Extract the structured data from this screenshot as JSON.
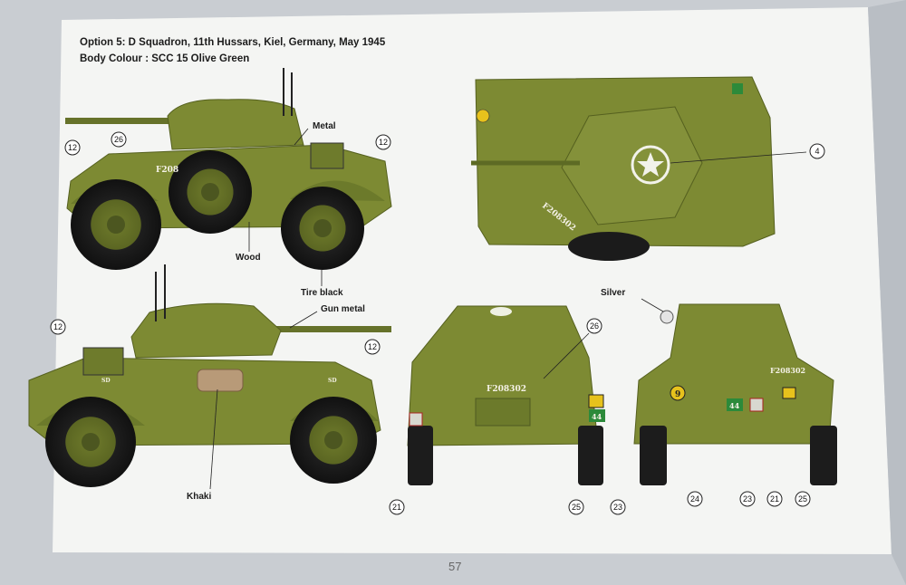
{
  "header": {
    "title": "Option 5: D Squadron, 11th Hussars, Kiel, Germany, May 1945",
    "body_colour": "Body Colour : SCC 15 Olive Green"
  },
  "labels": {
    "metal": "Metal",
    "wood": "Wood",
    "tire_black": "Tire black",
    "gun_metal": "Gun metal",
    "khaki": "Khaki",
    "silver": "Silver"
  },
  "decals": {
    "serial": "F208302",
    "serial_partial": "F208",
    "serial_rear": "F208302",
    "unit_number": "44",
    "bridge_class": "9",
    "side_mark": "SD"
  },
  "callouts": [
    "12",
    "26",
    "12",
    "12",
    "12",
    "4",
    "26",
    "21",
    "25",
    "23",
    "24",
    "23",
    "21",
    "25"
  ],
  "colors": {
    "olive": "#7d8a33",
    "olive_dark": "#5f6a24",
    "tire": "#1d1d1d",
    "paper": "#f6f7f5",
    "khaki": "#b89a78"
  },
  "page_number": "57"
}
